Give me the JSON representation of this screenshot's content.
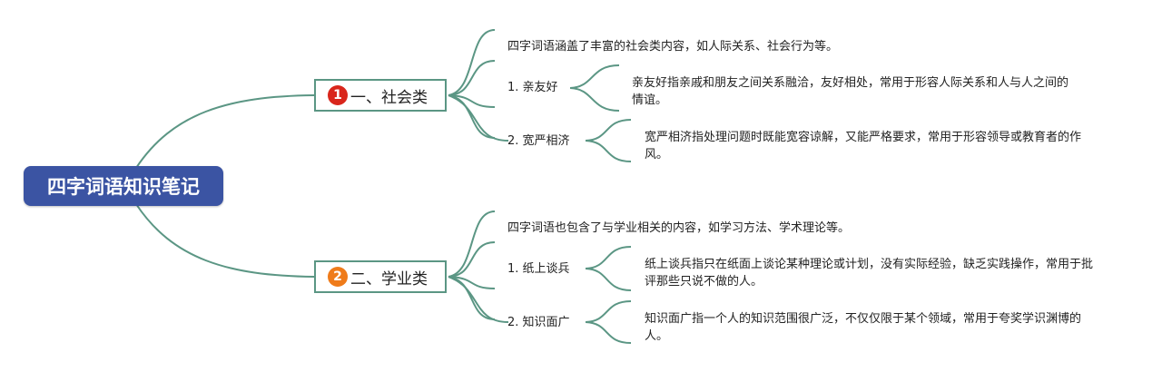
{
  "root": {
    "title": "四字词语知识笔记"
  },
  "branches": [
    {
      "number": "1",
      "badge_color": "#d9261c",
      "label": "一、社会类",
      "intro": "四字词语涵盖了丰富的社会类内容，如人际关系、社会行为等。",
      "items": [
        {
          "term": "1. 亲友好",
          "desc": "亲友好指亲戚和朋友之间关系融洽，友好相处，常用于形容人际关系和人与人之间的情谊。"
        },
        {
          "term": "2. 宽严相济",
          "desc": "宽严相济指处理问题时既能宽容谅解，又能严格要求，常用于形容领导或教育者的作风。"
        }
      ]
    },
    {
      "number": "2",
      "badge_color": "#ef7b1a",
      "label": "二、学业类",
      "intro": "四字词语也包含了与学业相关的内容，如学习方法、学术理论等。",
      "items": [
        {
          "term": "1. 纸上谈兵",
          "desc": "纸上谈兵指只在纸面上谈论某种理论或计划，没有实际经验，缺乏实践操作，常用于批评那些只说不做的人。"
        },
        {
          "term": "2. 知识面广",
          "desc": "知识面广指一个人的知识范围很广泛，不仅仅限于某个领域，常用于夸奖学识渊博的人。"
        }
      ]
    }
  ],
  "colors": {
    "root_fill": "#3b54a3",
    "connector": "#5b9684"
  }
}
